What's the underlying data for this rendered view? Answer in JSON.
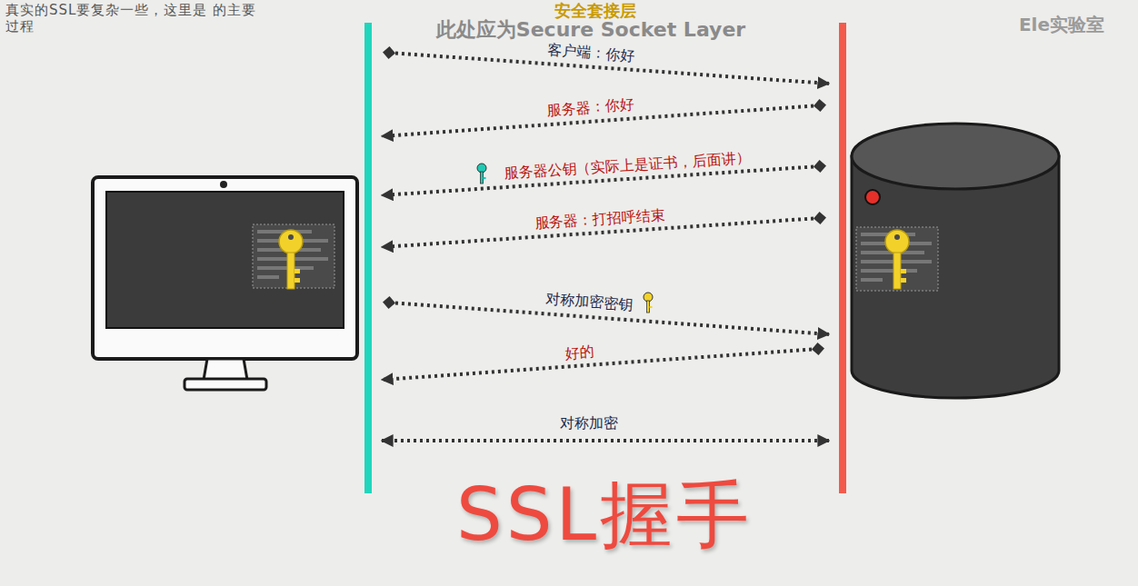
{
  "diagram": {
    "title": "SSL握手",
    "labels": [
      "真实的SSL要复杂一些，这里是 的主要过程",
      "安全套接层",
      "此处应为Secure Socket Layer",
      "Ele实验室",
      "客户端：你好",
      "服务器：你好",
      "服务器公钥（实际上是证书，后面讲）",
      "服务器：打招呼结束",
      "对称加密密钥",
      "好的",
      "对称加密"
    ]
  }
}
